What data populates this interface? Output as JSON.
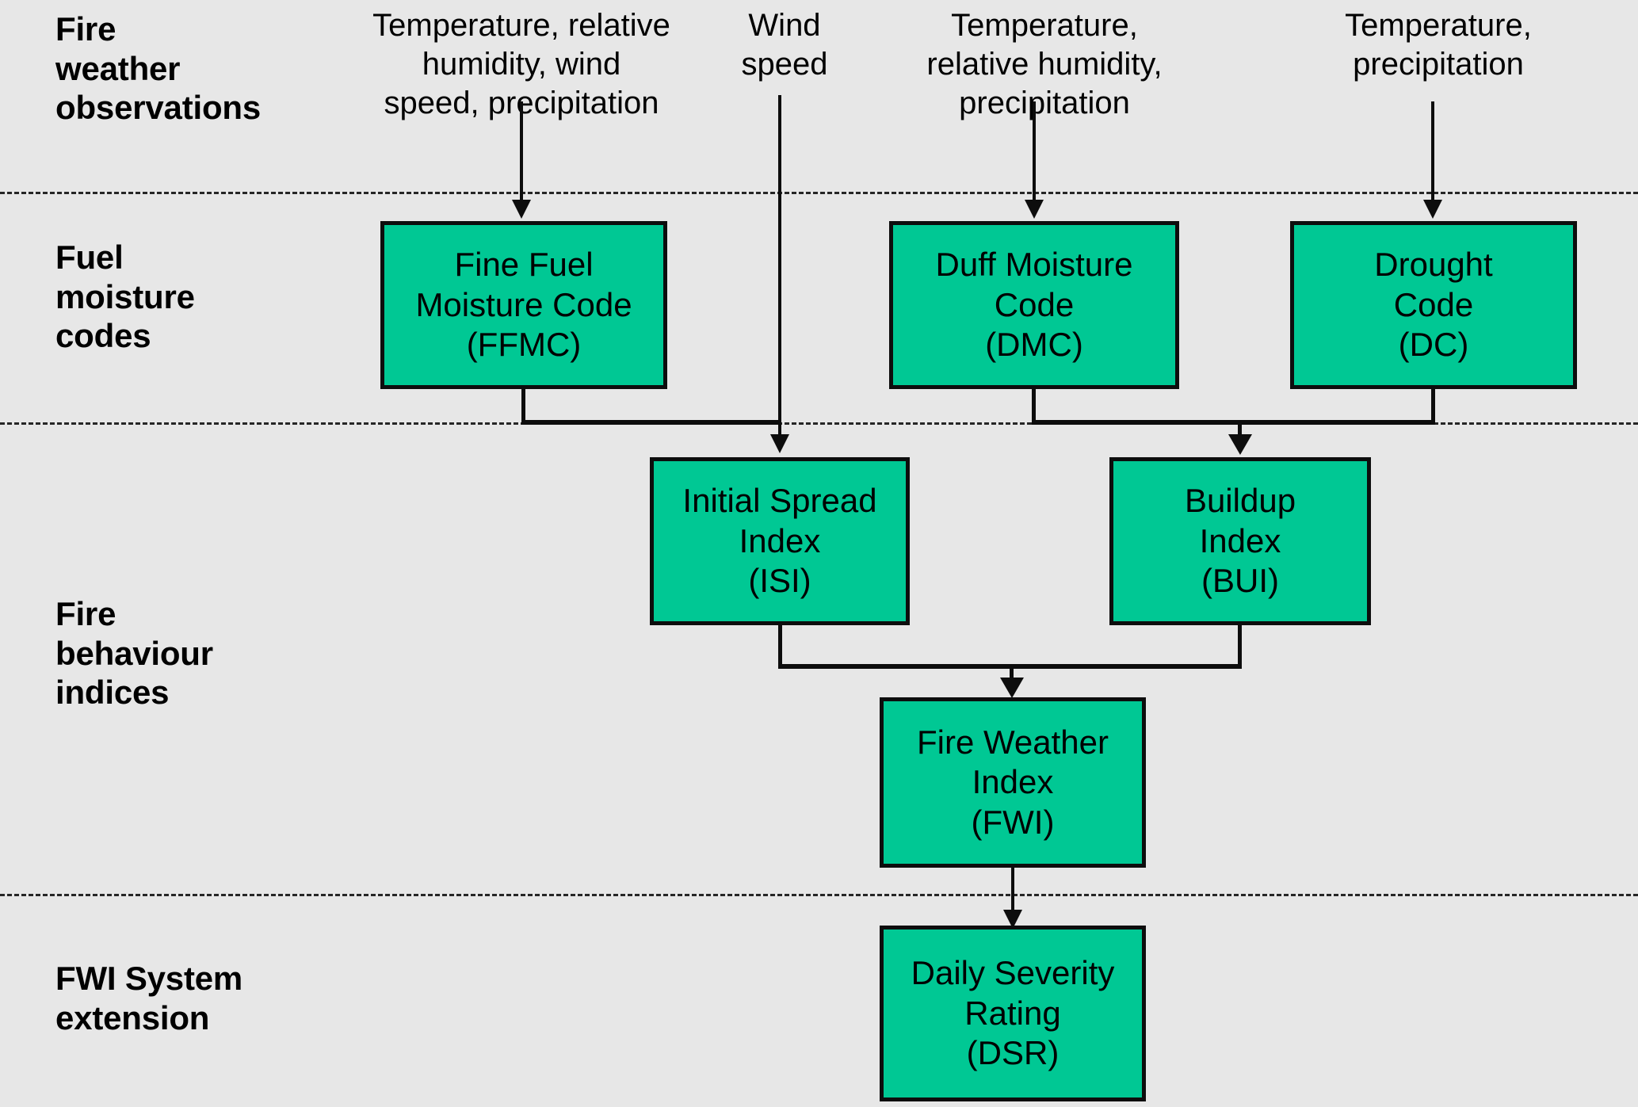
{
  "diagram": {
    "title": "Canadian Forest Fire Weather Index (FWI) System structure",
    "background_color": "#E7E7E7",
    "node_fill_color": "#00C894",
    "node_border_color": "#0D0D0D",
    "text_color": "#000000"
  },
  "bands": [
    {
      "id": "fire-weather-observations",
      "label": "Fire\nweather\nobservations"
    },
    {
      "id": "fuel-moisture-codes",
      "label": "Fuel\nmoisture\ncodes"
    },
    {
      "id": "fire-behaviour-indices",
      "label": "Fire\nbehaviour\nindices"
    },
    {
      "id": "fwi-system-extension",
      "label": "FWI System\nextension"
    }
  ],
  "observations": [
    {
      "id": "obs-ffmc",
      "text": "Temperature, relative\nhumidity, wind\nspeed, precipitation"
    },
    {
      "id": "obs-isi",
      "text": "Wind\nspeed"
    },
    {
      "id": "obs-dmc",
      "text": "Temperature,\nrelative humidity,\nprecipitation"
    },
    {
      "id": "obs-dc",
      "text": "Temperature,\nprecipitation"
    }
  ],
  "nodes": [
    {
      "id": "ffmc",
      "label": "Fine Fuel\nMoisture Code\n(FFMC)",
      "abbr": "FFMC",
      "band": "fuel-moisture-codes"
    },
    {
      "id": "dmc",
      "label": "Duff Moisture\nCode\n(DMC)",
      "abbr": "DMC",
      "band": "fuel-moisture-codes"
    },
    {
      "id": "dc",
      "label": "Drought\nCode\n(DC)",
      "abbr": "DC",
      "band": "fuel-moisture-codes"
    },
    {
      "id": "isi",
      "label": "Initial Spread\nIndex\n(ISI)",
      "abbr": "ISI",
      "band": "fire-behaviour-indices"
    },
    {
      "id": "bui",
      "label": "Buildup\nIndex\n(BUI)",
      "abbr": "BUI",
      "band": "fire-behaviour-indices"
    },
    {
      "id": "fwi",
      "label": "Fire Weather\nIndex\n(FWI)",
      "abbr": "FWI",
      "band": "fire-behaviour-indices"
    },
    {
      "id": "dsr",
      "label": "Daily Severity\nRating\n(DSR)",
      "abbr": "DSR",
      "band": "fwi-system-extension"
    }
  ],
  "edges": [
    {
      "from": "obs-ffmc",
      "to": "ffmc"
    },
    {
      "from": "obs-dmc",
      "to": "dmc"
    },
    {
      "from": "obs-dc",
      "to": "dc"
    },
    {
      "from": "obs-isi",
      "to": "isi"
    },
    {
      "from": "ffmc",
      "to": "isi"
    },
    {
      "from": "dmc",
      "to": "bui"
    },
    {
      "from": "dc",
      "to": "bui"
    },
    {
      "from": "isi",
      "to": "fwi"
    },
    {
      "from": "bui",
      "to": "fwi"
    },
    {
      "from": "fwi",
      "to": "dsr"
    }
  ]
}
